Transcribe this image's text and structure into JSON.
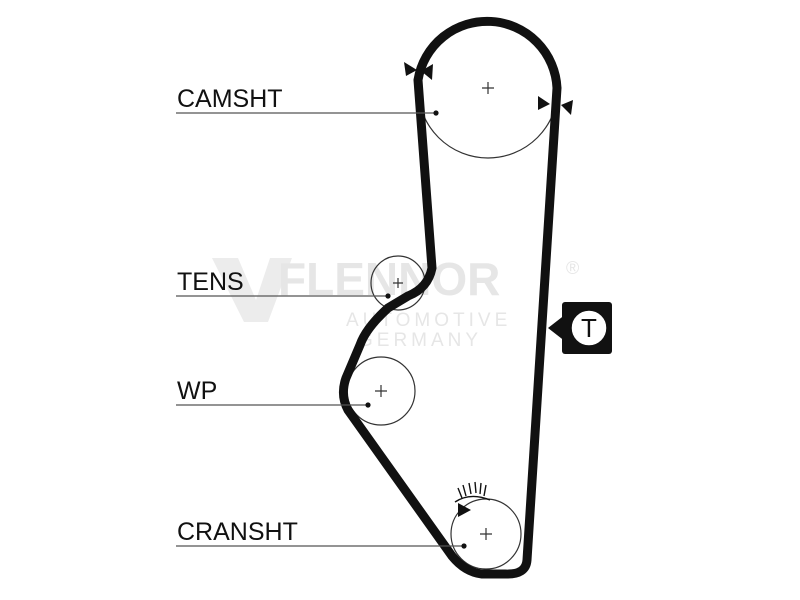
{
  "watermark": {
    "brand": "FLENNOR",
    "registered": "®",
    "line1": "AUTOMOTIVE",
    "line2": "GERMANY",
    "color": "#e6e6e6"
  },
  "labels": {
    "camshaft": "CAMSHT",
    "tensioner": "TENS",
    "water_pump": "WP",
    "crankshaft": "CRANSHT"
  },
  "tension_badge": {
    "letter": "T"
  },
  "colors": {
    "belt": "#111111",
    "pulley_outline": "#333333",
    "leader_line": "#555555"
  }
}
